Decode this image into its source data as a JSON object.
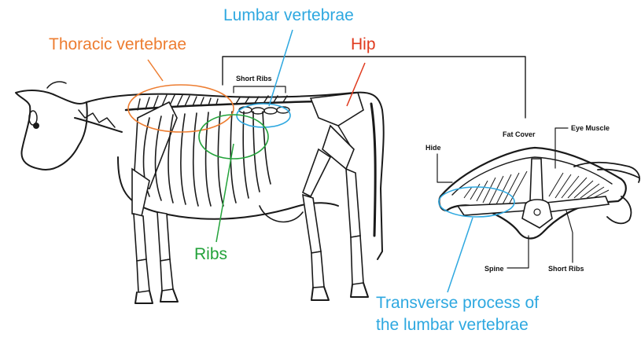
{
  "labels": {
    "thoracic": "Thoracic vertebrae",
    "lumbar": "Lumbar vertebrae",
    "hip": "Hip",
    "ribs": "Ribs",
    "transverse_line1": "Transverse process of",
    "transverse_line2": "the lumbar vertebrae",
    "short_ribs_top": "Short Ribs",
    "fat_cover": "Fat Cover",
    "eye_muscle": "Eye Muscle",
    "hide": "Hide",
    "spine": "Spine",
    "short_ribs_bottom": "Short Ribs"
  },
  "colors": {
    "thoracic": "#ed7d31",
    "lumbar": "#2ea8e0",
    "hip": "#e03a1e",
    "ribs": "#23a23a",
    "transverse": "#2ea8e0",
    "ink": "#1a1a1a"
  }
}
